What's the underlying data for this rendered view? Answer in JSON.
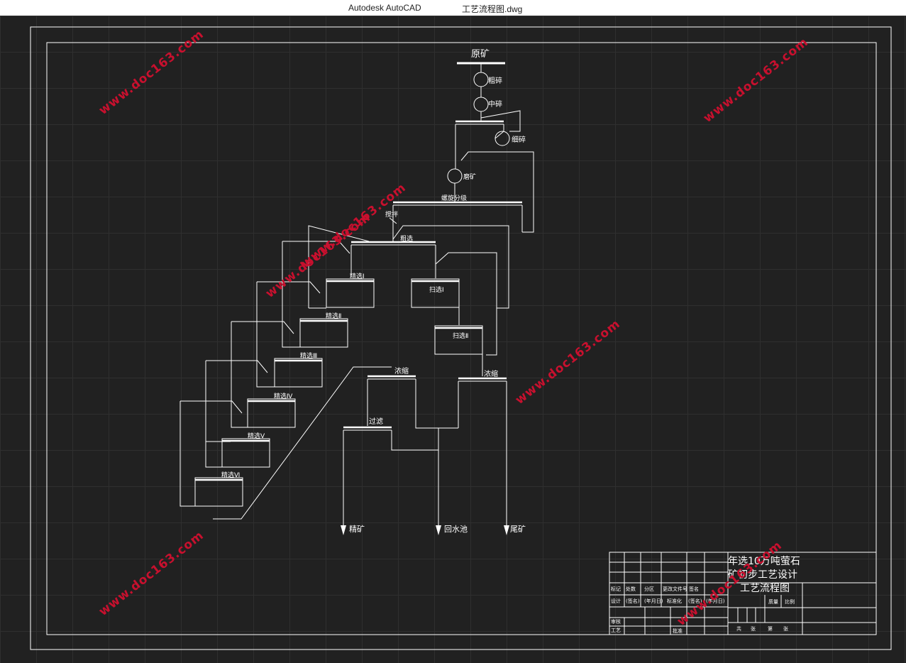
{
  "titlebar": {
    "app_name": "Autodesk AutoCAD",
    "file_name": "工艺流程图.dwg"
  },
  "colors": {
    "background": "#212121",
    "line": "#ffffff",
    "watermark": "#c8102e"
  },
  "flowsheet": {
    "ore": "原矿",
    "coarse_crush": "粗碎",
    "medium_crush": "中碎",
    "fine_crush": "细碎",
    "grinding": "磨矿",
    "spiral_classify": "螺旋分级",
    "stir": "搅拌",
    "rougher": "粗选",
    "cleaner_1": "精选Ⅰ",
    "cleaner_2": "精选Ⅱ",
    "cleaner_3": "精选Ⅲ",
    "cleaner_4": "精选Ⅳ",
    "cleaner_5": "精选Ⅴ",
    "cleaner_6": "精选Ⅵ",
    "scavenger_1": "扫选Ⅰ",
    "scavenger_2": "扫选Ⅱ",
    "thicken_1": "浓缩",
    "thicken_2": "浓缩",
    "filter": "过滤",
    "concentrate": "精矿",
    "return_pool": "回水池",
    "tailings": "尾矿"
  },
  "title_block": {
    "title_line1": "年选10万吨萤石",
    "title_line2": "矿初步工艺设计",
    "title_line3": "工艺流程图",
    "mark": "标记",
    "count": "处数",
    "zone": "分区",
    "change_doc": "更改文件号",
    "sign": "签名",
    "design": "设计",
    "sign_name": "(签名)",
    "date": "(年月日)",
    "standardize": "标准化",
    "sign2": "(签名)",
    "date2": "(年月日)",
    "weight": "质量",
    "scale": "比例",
    "review": "审核",
    "process": "工艺",
    "approve": "批准",
    "total": "共",
    "sheet": "张",
    "page_no": "第",
    "sheet2": "张"
  },
  "watermarks": [
    "www.doc163.com",
    "www.doc163.com",
    "www.doc163.com",
    "www.doc163.com",
    "www.doc163.com",
    "www.doc163.com",
    "www.doc163.com"
  ]
}
